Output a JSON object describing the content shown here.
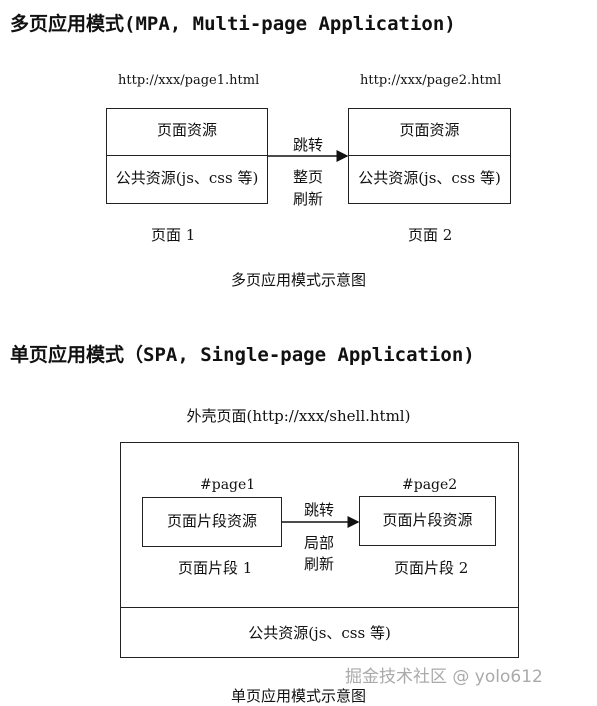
{
  "mpa": {
    "title": "多页应用模式(MPA, Multi-page Application)",
    "page1_url": "http://xxx/page1.html",
    "page2_url": "http://xxx/page2.html",
    "page1": {
      "top_text": "页面资源",
      "bottom_text": "公共资源(js、css 等)",
      "caption": "页面 1"
    },
    "page2": {
      "top_text": "页面资源",
      "bottom_text": "公共资源(js、css 等)",
      "caption": "页面 2"
    },
    "arrow_label_top": "跳转",
    "arrow_label_bottom_1": "整页",
    "arrow_label_bottom_2": "刷新",
    "diagram_caption": "多页应用模式示意图"
  },
  "spa": {
    "title": "单页应用模式（SPA, Single-page Application)",
    "shell_label": "外壳页面(http://xxx/shell.html)",
    "page1": {
      "anchor": "#page1",
      "box_text": "页面片段资源",
      "caption": "页面片段 1"
    },
    "page2": {
      "anchor": "#page2",
      "box_text": "页面片段资源",
      "caption": "页面片段 2"
    },
    "arrow_label_top": "跳转",
    "arrow_label_bottom_1": "局部",
    "arrow_label_bottom_2": "刷新",
    "common_resources": "公共资源(js、css 等)",
    "diagram_caption": "单页应用模式示意图"
  },
  "watermark": "掘金技术社区 @ yolo612"
}
